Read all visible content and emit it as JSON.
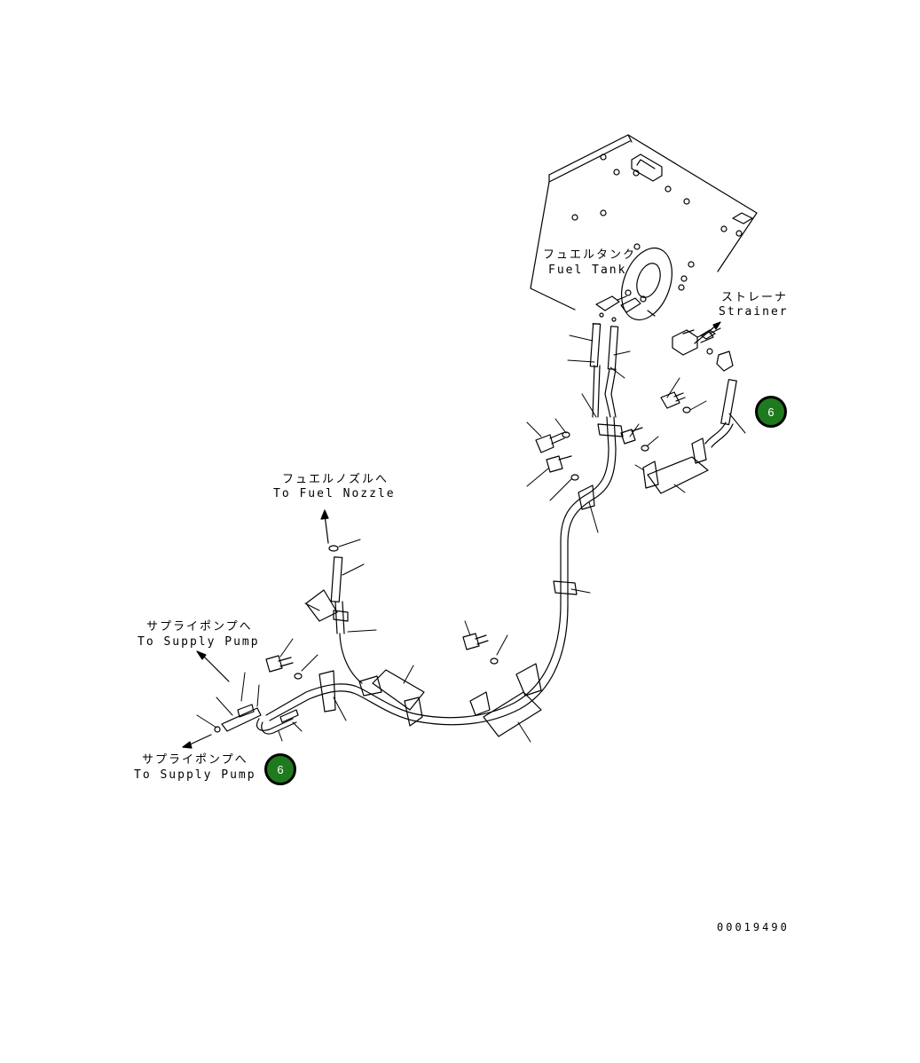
{
  "labels": {
    "fuel_tank_jp": "フュエルタンク",
    "fuel_tank_en": "Fuel Tank",
    "strainer_jp": "ストレーナ",
    "strainer_en": "Strainer",
    "fuel_nozzle_jp": "フュエルノズルへ",
    "fuel_nozzle_en": "To Fuel Nozzle",
    "supply_pump_top_jp": "サプライポンプへ",
    "supply_pump_top_en": "To Supply Pump",
    "supply_pump_bottom_jp": "サプライポンプへ",
    "supply_pump_bottom_en": "To Supply Pump"
  },
  "callouts": {
    "right": "6",
    "left": "6"
  },
  "drawing_number": "00019490",
  "colors": {
    "callout_fill": "#1f7a1f",
    "line": "#000000"
  }
}
